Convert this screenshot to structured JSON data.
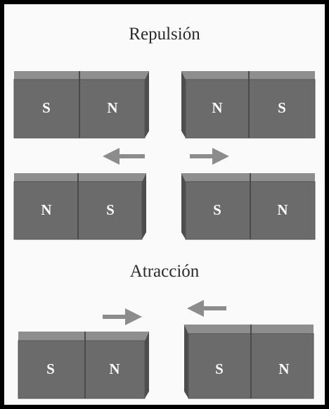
{
  "sections": {
    "repulsion": {
      "title": "Repulsión"
    },
    "attraction": {
      "title": "Atracción"
    }
  },
  "magnets": {
    "rep_top_left": {
      "left": "S",
      "right": "N"
    },
    "rep_top_right": {
      "left": "N",
      "right": "S"
    },
    "rep_bottom_left": {
      "left": "N",
      "right": "S"
    },
    "rep_bottom_right": {
      "left": "S",
      "right": "N"
    },
    "att_left": {
      "left": "S",
      "right": "N"
    },
    "att_right": {
      "left": "S",
      "right": "N"
    }
  },
  "arrows": {
    "rep_left": "left",
    "rep_right": "right",
    "att_left": "right",
    "att_right": "left"
  },
  "colors": {
    "magnet_front": "#6b6b6b",
    "magnet_top": "#8e8e8e",
    "magnet_side": "#4d4d4d",
    "arrow": "#8c8c8c",
    "border": "#000000"
  }
}
